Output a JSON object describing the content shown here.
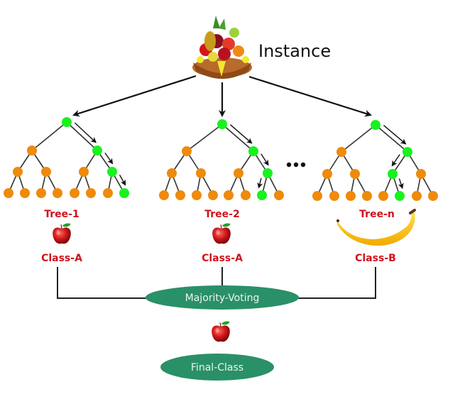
{
  "title": "Instance",
  "colors": {
    "node_default": "#ef8a0a",
    "node_path": "#19f21f",
    "label_red": "#d0121b",
    "ellipse": "#2a9068"
  },
  "trees": [
    {
      "label": "Tree-1",
      "class_label": "Class-A",
      "fruit_icon": "apple-icon",
      "path_leaf_index": 7
    },
    {
      "label": "Tree-2",
      "class_label": "Class-A",
      "fruit_icon": "apple-icon",
      "path_leaf_index": 6
    },
    {
      "label": "Tree-n",
      "class_label": "Class-B",
      "fruit_icon": "banana-icon",
      "path_leaf_index": 5
    }
  ],
  "ellipsis": "...",
  "majority_voting": "Majority-Voting",
  "final_class": "Final-Class",
  "final_fruit_icon": "apple-icon"
}
